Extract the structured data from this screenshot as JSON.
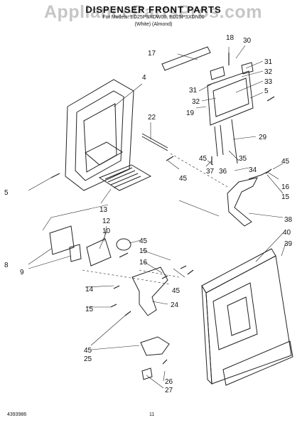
{
  "header": {
    "title": "DISPENSER FRONT PARTS",
    "models_line": "For Models: ED25PSXDW00, ED25PSXDN00",
    "variants_line": "(White)      (Almond)"
  },
  "watermark": "AppliancePartsPros.com",
  "footer": {
    "document_number": "4393986",
    "page_number": "11"
  },
  "callouts": {
    "c4": "4",
    "c5a": "5",
    "c5b": "5",
    "c8": "8",
    "c9": "9",
    "c10": "10",
    "c12": "12",
    "c13": "13",
    "c14": "14",
    "c15a": "15",
    "c15b": "15",
    "c15c": "15",
    "c16a": "16",
    "c16b": "16",
    "c17": "17",
    "c18": "18",
    "c19": "19",
    "c22": "22",
    "c24": "24",
    "c25": "25",
    "c26": "26",
    "c27": "27",
    "c29": "29",
    "c30": "30",
    "c31a": "31",
    "c31b": "31",
    "c32a": "32",
    "c32b": "32",
    "c33": "33",
    "c34": "34",
    "c35": "35",
    "c36": "36",
    "c37": "37",
    "c38": "38",
    "c39": "39",
    "c40": "40",
    "c45a": "45",
    "c45b": "45",
    "c45c": "45",
    "c45d": "45",
    "c45e": "45",
    "c45f": "45"
  }
}
